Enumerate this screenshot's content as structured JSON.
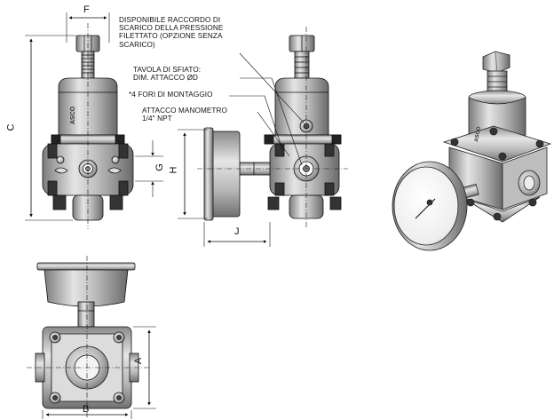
{
  "annotations": {
    "drain": "DISPONIBILE RACCORDO DI\nSCARICO DELLA PRESSIONE\nFILETTATO (OPZIONE SENZA\nSCARICO)",
    "vent": "TAVOLA DI SFIATO:\nDIM. ATTACCO ØD",
    "mounting": "*4 FORI DI MONTAGGIO",
    "gauge_port": "ATTACCO MANOMETRO\n1/4\" NPT"
  },
  "dimensions": {
    "F": "F",
    "C": "C",
    "G": "G",
    "H": "H",
    "J": "J",
    "A": "A",
    "B": "B"
  },
  "brand_marks": [
    "ASCO",
    "ASCO"
  ]
}
